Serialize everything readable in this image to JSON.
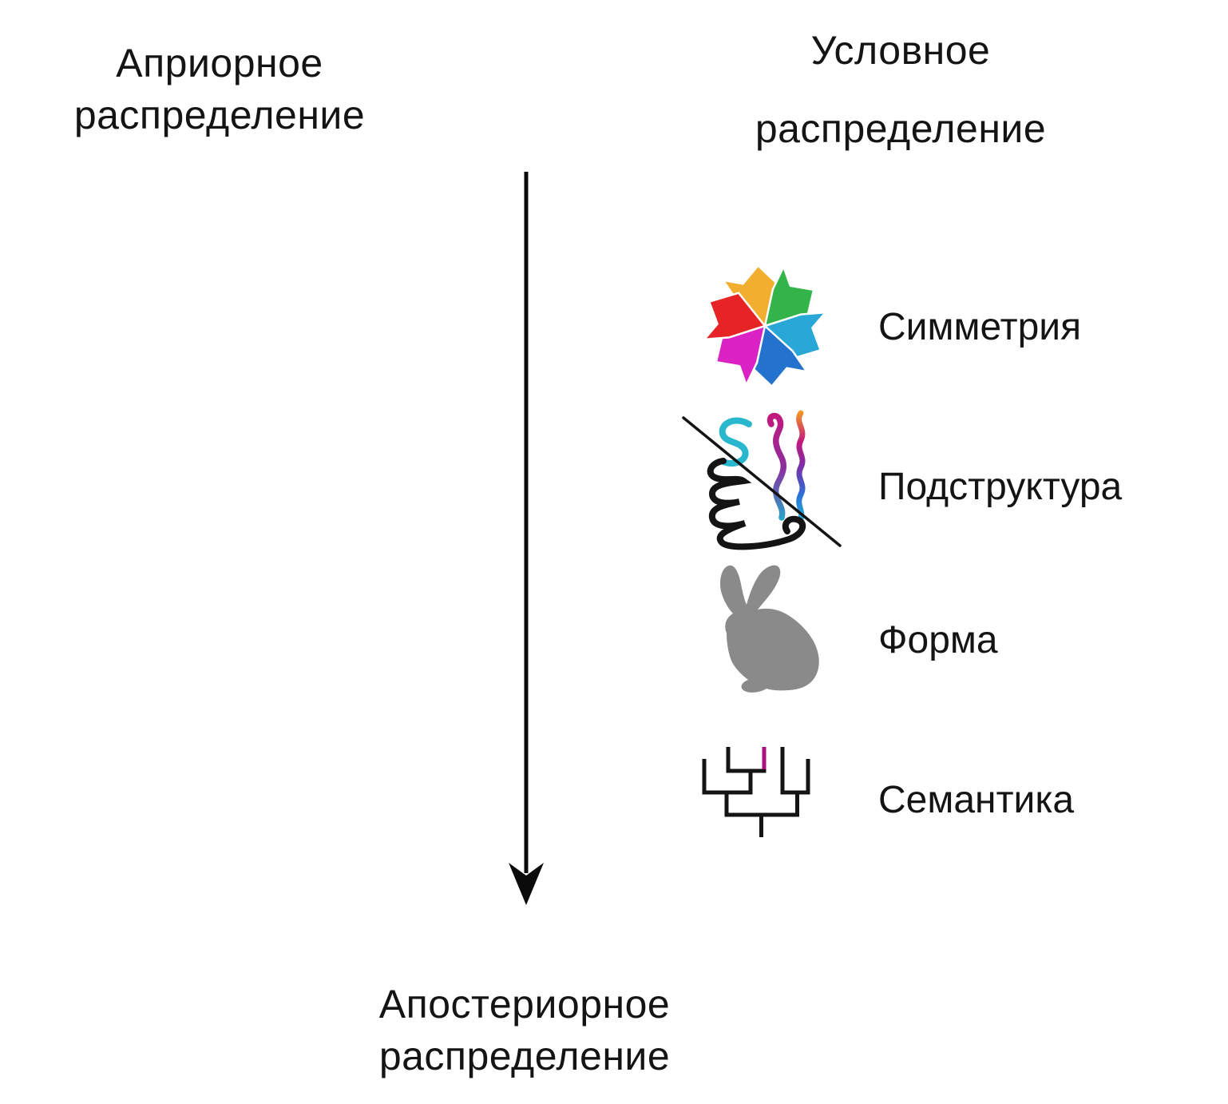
{
  "background": "#ffffff",
  "text_color": "#141414",
  "title_prior": {
    "line1": "Априорное",
    "line2": "распределение"
  },
  "title_conditional": {
    "line1": "Условное",
    "line2": "распределение"
  },
  "title_posterior": {
    "line1": "Апостериорное",
    "line2": "распределение"
  },
  "arrow": {
    "direction": "down",
    "color": "#0b0b0b"
  },
  "items": [
    {
      "label": "Симметрия",
      "icon": "pinwheel-symmetry-icon"
    },
    {
      "label": "Подструктура",
      "icon": "squiggle-substructure-icon"
    },
    {
      "label": "Форма",
      "icon": "bunny-shape-icon"
    },
    {
      "label": "Семантика",
      "icon": "dendrogram-semantics-icon"
    }
  ],
  "icons": {
    "pinwheel": {
      "colors": [
        "#F2AE2E",
        "#33B44A",
        "#29A8D8",
        "#2372CE",
        "#DB22C4",
        "#E62425"
      ]
    },
    "squiggle": {
      "line_color": "#141414",
      "cyan": "#29B7CE",
      "grad_mid": [
        "#C2187E",
        "#8B2FA0",
        "#1FAECB"
      ],
      "grad_right": [
        "#F5A020",
        "#C2187E",
        "#7A2FA8",
        "#2C6FD6",
        "#25B9D8"
      ]
    },
    "bunny": {
      "color": "#8a8a8a"
    },
    "dendrogram": {
      "line_color": "#141414",
      "highlight_color": "#A8127E"
    }
  }
}
